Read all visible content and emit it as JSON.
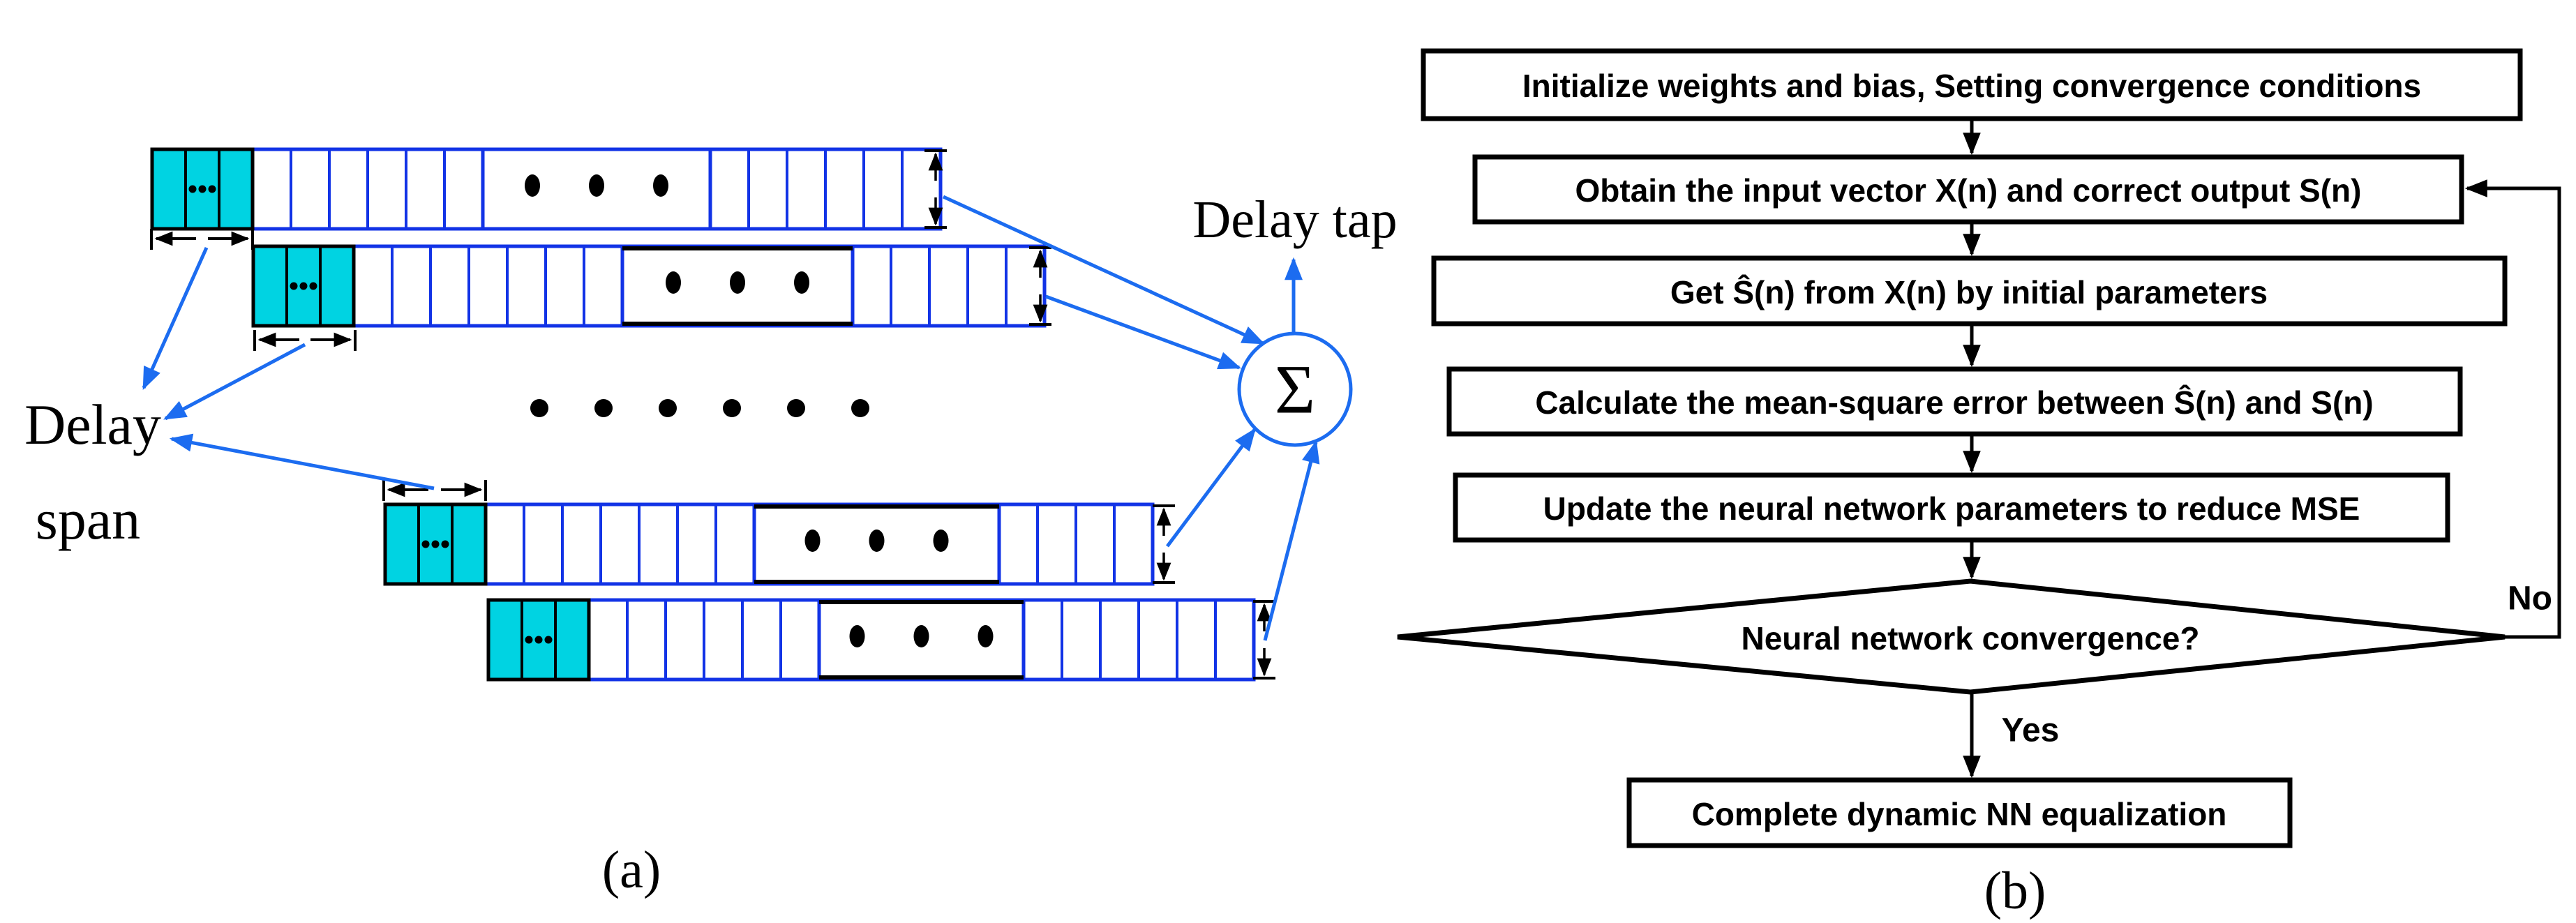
{
  "colors": {
    "cyan_fill": "#00D3E2",
    "cell_blue": "#1233E6",
    "arrow_blue": "#1C6CF0",
    "line_black": "#000000"
  },
  "panel_a": {
    "caption": "(a)",
    "delay_span_label_line1": "Delay",
    "delay_span_label_line2": "span",
    "delay_tap_label": "Delay tap",
    "sum_symbol": "Σ"
  },
  "panel_b": {
    "caption": "(b)",
    "steps": [
      "Initialize weights and bias, Setting convergence conditions",
      "Obtain the input vector X(n) and correct output S(n)",
      "Get Ŝ(n) from X(n) by initial parameters",
      "Calculate the mean-square error between Ŝ(n) and S(n)",
      "Update the neural network parameters to reduce MSE"
    ],
    "decision_label": "Neural network convergence?",
    "yes_label": "Yes",
    "no_label": "No",
    "final_step": "Complete dynamic NN equalization"
  }
}
